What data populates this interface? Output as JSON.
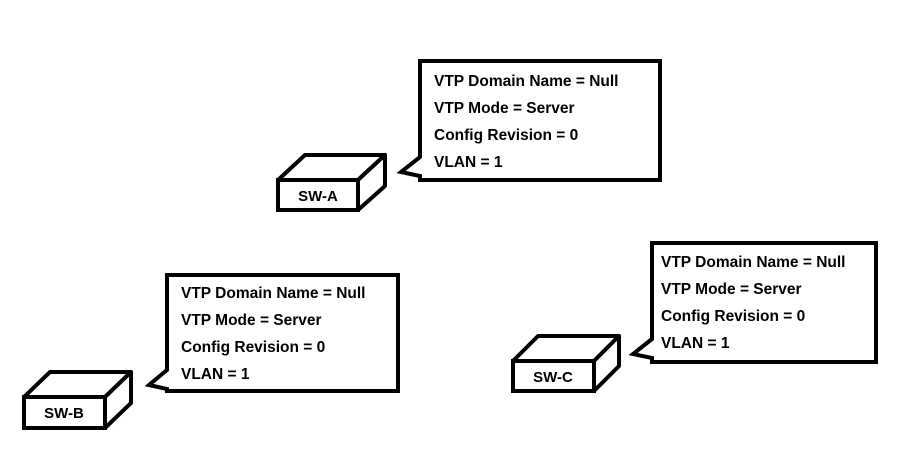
{
  "switches": {
    "a": {
      "name": "SW-A",
      "info": {
        "domain": "VTP Domain Name = Null",
        "mode": "VTP Mode = Server",
        "revision": "Config Revision = 0",
        "vlan": "VLAN = 1"
      }
    },
    "b": {
      "name": "SW-B",
      "info": {
        "domain": "VTP Domain Name = Null",
        "mode": "VTP Mode = Server",
        "revision": "Config Revision = 0",
        "vlan": "VLAN = 1"
      }
    },
    "c": {
      "name": "SW-C",
      "info": {
        "domain": "VTP Domain Name = Null",
        "mode": "VTP Mode = Server",
        "revision": "Config Revision = 0",
        "vlan": "VLAN = 1"
      }
    }
  }
}
